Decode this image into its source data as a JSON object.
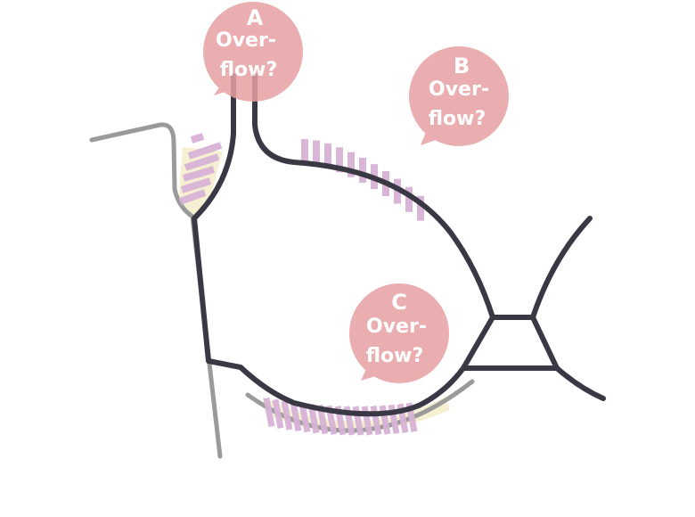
{
  "colors": {
    "channel": "#393844",
    "outline_gray": "#9a9a9a",
    "bubble": "#e7a0a4",
    "hatch": "#d8b3d6",
    "cream": "#f6f0d2"
  },
  "bubbles": [
    {
      "letter": "A",
      "line1": "Over-",
      "line2": "flow?"
    },
    {
      "letter": "B",
      "line1": "Over-",
      "line2": "flow?"
    },
    {
      "letter": "C",
      "line1": "Over-",
      "line2": "flow?"
    }
  ]
}
